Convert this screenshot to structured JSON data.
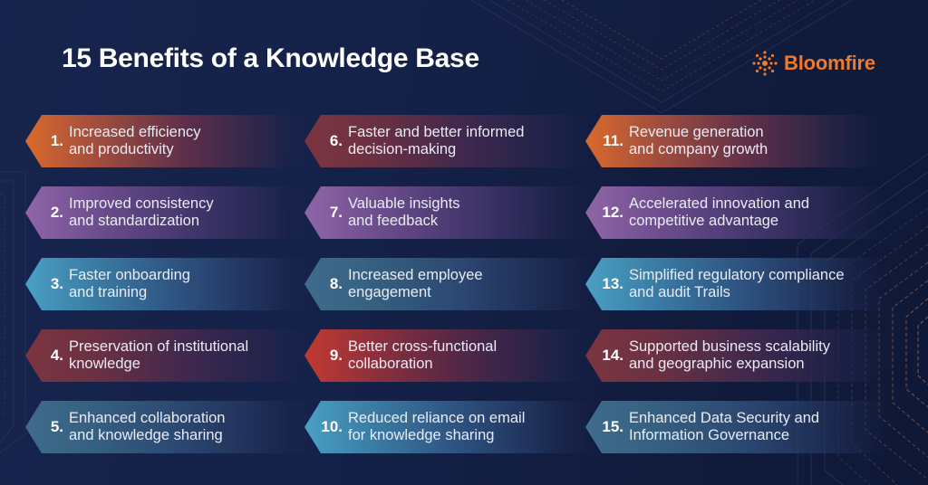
{
  "header": {
    "title": "15 Benefits of a Knowledge Base"
  },
  "logo": {
    "text": "Bloomfire",
    "icon": "sunburst-dots-icon",
    "color": "#f07a2a"
  },
  "colors": {
    "background": "#142148",
    "orange": "#d96a2c",
    "purple": "#8f66a8",
    "blue": "#4aa0c3",
    "maroon": "#7c3540",
    "red": "#c23a30",
    "steel": "#3f6c8c"
  },
  "benefits": [
    {
      "num": "1.",
      "text": "Increased efficiency\nand productivity",
      "color": "orange"
    },
    {
      "num": "2.",
      "text": "Improved consistency\nand standardization",
      "color": "purple"
    },
    {
      "num": "3.",
      "text": "Faster onboarding\nand training",
      "color": "blue"
    },
    {
      "num": "4.",
      "text": "Preservation of institutional\nknowledge",
      "color": "maroon"
    },
    {
      "num": "5.",
      "text": "Enhanced collaboration\nand knowledge sharing",
      "color": "steel"
    },
    {
      "num": "6.",
      "text": "Faster and better informed\ndecision-making",
      "color": "maroon"
    },
    {
      "num": "7.",
      "text": "Valuable insights\nand feedback",
      "color": "purple"
    },
    {
      "num": "8.",
      "text": "Increased employee\nengagement",
      "color": "steel"
    },
    {
      "num": "9.",
      "text": "Better cross-functional\ncollaboration",
      "color": "red"
    },
    {
      "num": "10.",
      "text": "Reduced reliance on email\nfor knowledge sharing",
      "color": "blue"
    },
    {
      "num": "11.",
      "text": "Revenue generation\nand company growth",
      "color": "orange"
    },
    {
      "num": "12.",
      "text": "Accelerated innovation and\ncompetitive advantage",
      "color": "purple"
    },
    {
      "num": "13.",
      "text": "Simplified regulatory compliance\nand audit Trails",
      "color": "blue"
    },
    {
      "num": "14.",
      "text": "Supported business scalability\nand geographic expansion",
      "color": "maroon"
    },
    {
      "num": "15.",
      "text": "Enhanced Data Security and\nInformation Governance",
      "color": "steel"
    }
  ]
}
